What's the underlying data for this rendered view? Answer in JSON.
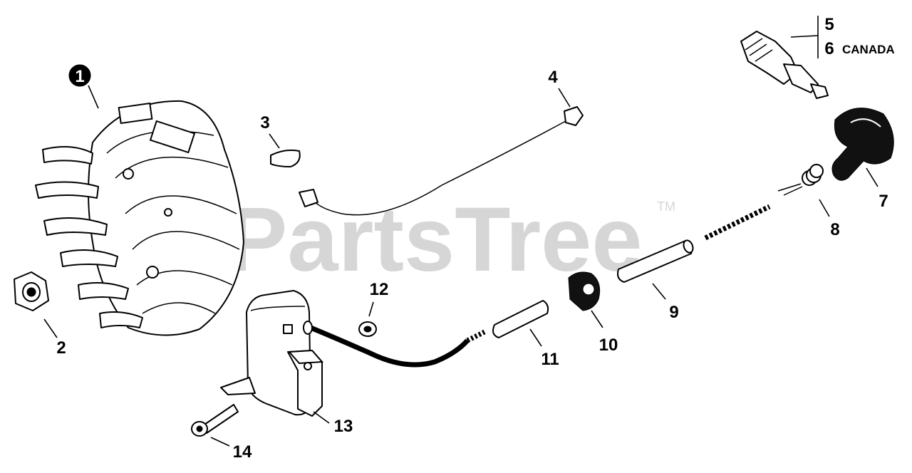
{
  "watermark": {
    "brand": "PartsTree",
    "trademark": "TM"
  },
  "callouts": {
    "p1": "1",
    "p2": "2",
    "p3": "3",
    "p4": "4",
    "p5": "5",
    "p6": "6",
    "p6_note": "CANADA",
    "p7": "7",
    "p8": "8",
    "p9": "9",
    "p10": "10",
    "p11": "11",
    "p12": "12",
    "p13": "13",
    "p14": "14"
  }
}
